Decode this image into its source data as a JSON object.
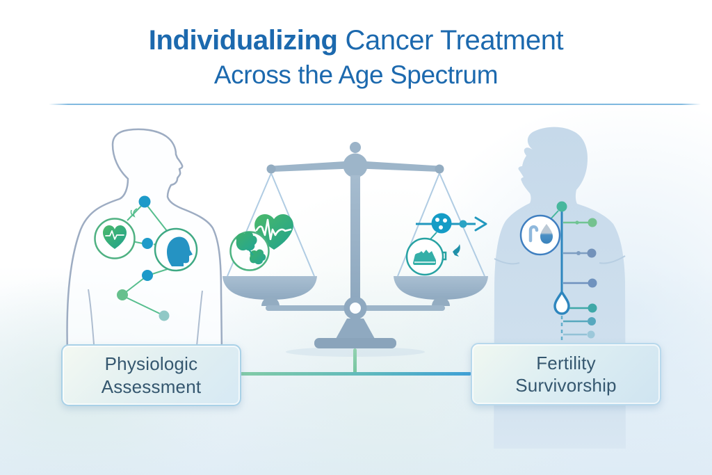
{
  "header": {
    "title_bold": "Individualizing",
    "title_rest": "Cancer Treatment",
    "title_line2": "Across the Age Spectrum"
  },
  "labels": {
    "left_box": "Physiologic\nAssessment",
    "right_box": "Fertility\nSurvivorship"
  },
  "figures": {
    "left": "elderly-patient-outline",
    "right": "young-adult-silhouette",
    "center": "balance-scale"
  },
  "icons": {
    "left_figure": [
      "heart-ekg-icon",
      "cognition-head-icon",
      "network-node-dots"
    ],
    "scale_left_pan": [
      "heart-ekg-icon",
      "kidneys-icon"
    ],
    "scale_right_pan": [
      "egg-cell-icon",
      "progression-arrow-icon",
      "sneaker-icon",
      "bird-icon"
    ],
    "right_figure": [
      "iv-hook-icon",
      "water-drop-icon",
      "droplet-marker-icon",
      "timeline-branch-dots"
    ]
  },
  "colors": {
    "title_blue": "#1c69ae",
    "divider_blue": "#74b2dc",
    "outline_gray": "#9dacc2",
    "silhouette_fill": "#c9dcec",
    "scale_gray": "#9db5c9",
    "scale_gray_dark": "#8aa4bb",
    "network_green": "#56be8e",
    "node_blue": "#1e9bc9",
    "heart_green_light": "#45b368",
    "heart_green_dark": "#1fa28d",
    "head_blue": "#2593c3",
    "cell_blue": "#149cc6",
    "teal": "#2fa7a7",
    "timeline_blue": "#2e86be",
    "timeline_teal_node": "#47b79d",
    "box_text": "#35576f",
    "connector_green": "#82cba6",
    "connector_blue": "#3d9fd6"
  }
}
